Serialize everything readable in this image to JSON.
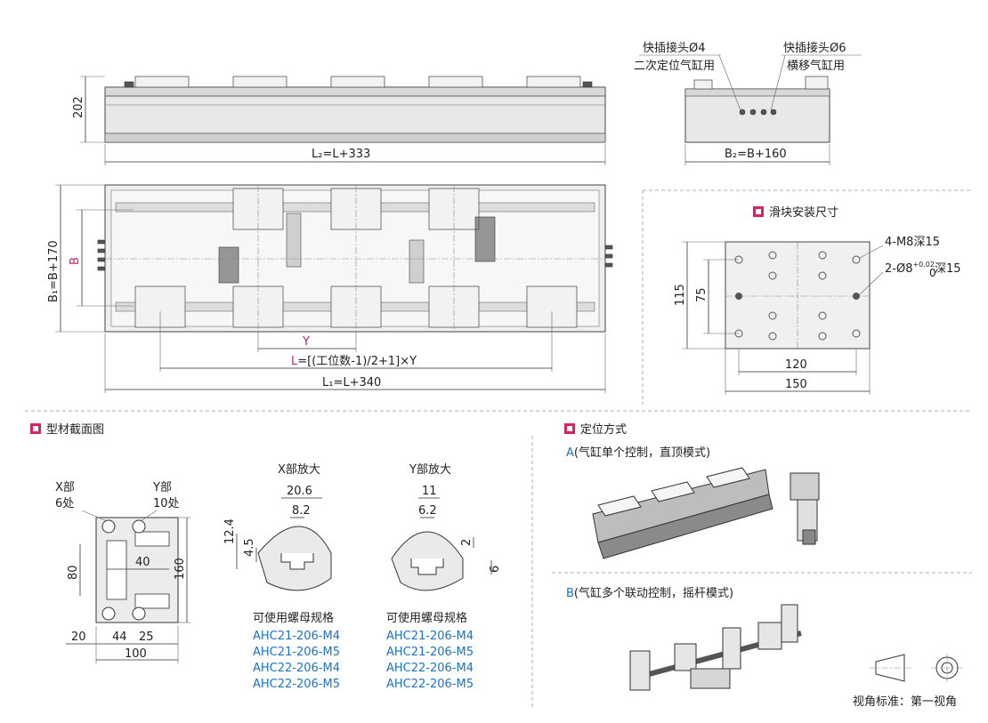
{
  "front_view": {
    "height_dim": "202",
    "length_dim": "L₂=L+333"
  },
  "side_view": {
    "fitting_left_line1": "快插接头Ø4",
    "fitting_left_line2": "二次定位气缸用",
    "fitting_right_line1": "快插接头Ø6",
    "fitting_right_line2": "横移气缸用",
    "width_dim": "B₂=B+160"
  },
  "top_view": {
    "width_dim": "B₁=B+170",
    "b_label": "B",
    "y_label": "Y",
    "l_label": "L",
    "l_formula": "=[(工位数-1)/2+1]×Y",
    "l1_dim": "L₁=L+340"
  },
  "slider": {
    "title": "滑块安装尺寸",
    "thread_note": "4-M8深15",
    "pin_note_prefix": "2-Ø8",
    "pin_tol_upper": "+0.02",
    "pin_tol_lower": "0",
    "pin_note_suffix": "深15",
    "dim_115": "115",
    "dim_75": "75",
    "dim_120": "120",
    "dim_150": "150"
  },
  "profile": {
    "title": "型材截面图",
    "x_part": "X部",
    "x_count": "6处",
    "y_part": "Y部",
    "y_count": "10处",
    "dim_40": "40",
    "dim_80": "80",
    "dim_160": "160",
    "dim_20": "20",
    "dim_44": "44",
    "dim_25": "25",
    "dim_100": "100",
    "x_zoom": "X部放大",
    "x_dim_206": "20.6",
    "x_dim_82": "8.2",
    "x_dim_124": "12.4",
    "x_dim_45": "4.5",
    "y_zoom": "Y部放大",
    "y_dim_11": "11",
    "y_dim_62": "6.2",
    "y_dim_2": "2",
    "y_dim_6": "6",
    "nut_title_x": "可使用螺母规格",
    "nut_title_y": "可使用螺母规格",
    "nuts_x": [
      "AHC21-206-M4",
      "AHC21-206-M5",
      "AHC22-206-M4",
      "AHC22-206-M5"
    ],
    "nuts_y": [
      "AHC21-206-M4",
      "AHC21-206-M5",
      "AHC22-206-M4",
      "AHC22-206-M5"
    ]
  },
  "positioning": {
    "title": "定位方式",
    "a_letter": "A",
    "a_desc": "(气缸单个控制，直顶模式)",
    "b_letter": "B",
    "b_desc": "(气缸多个联动控制，摇杆模式)"
  },
  "projection": {
    "label": "视角标准：第一视角"
  },
  "colors": {
    "accent_square": "#d6245f",
    "blue_text": "#1a73c9",
    "magenta_text": "#c0247a"
  }
}
